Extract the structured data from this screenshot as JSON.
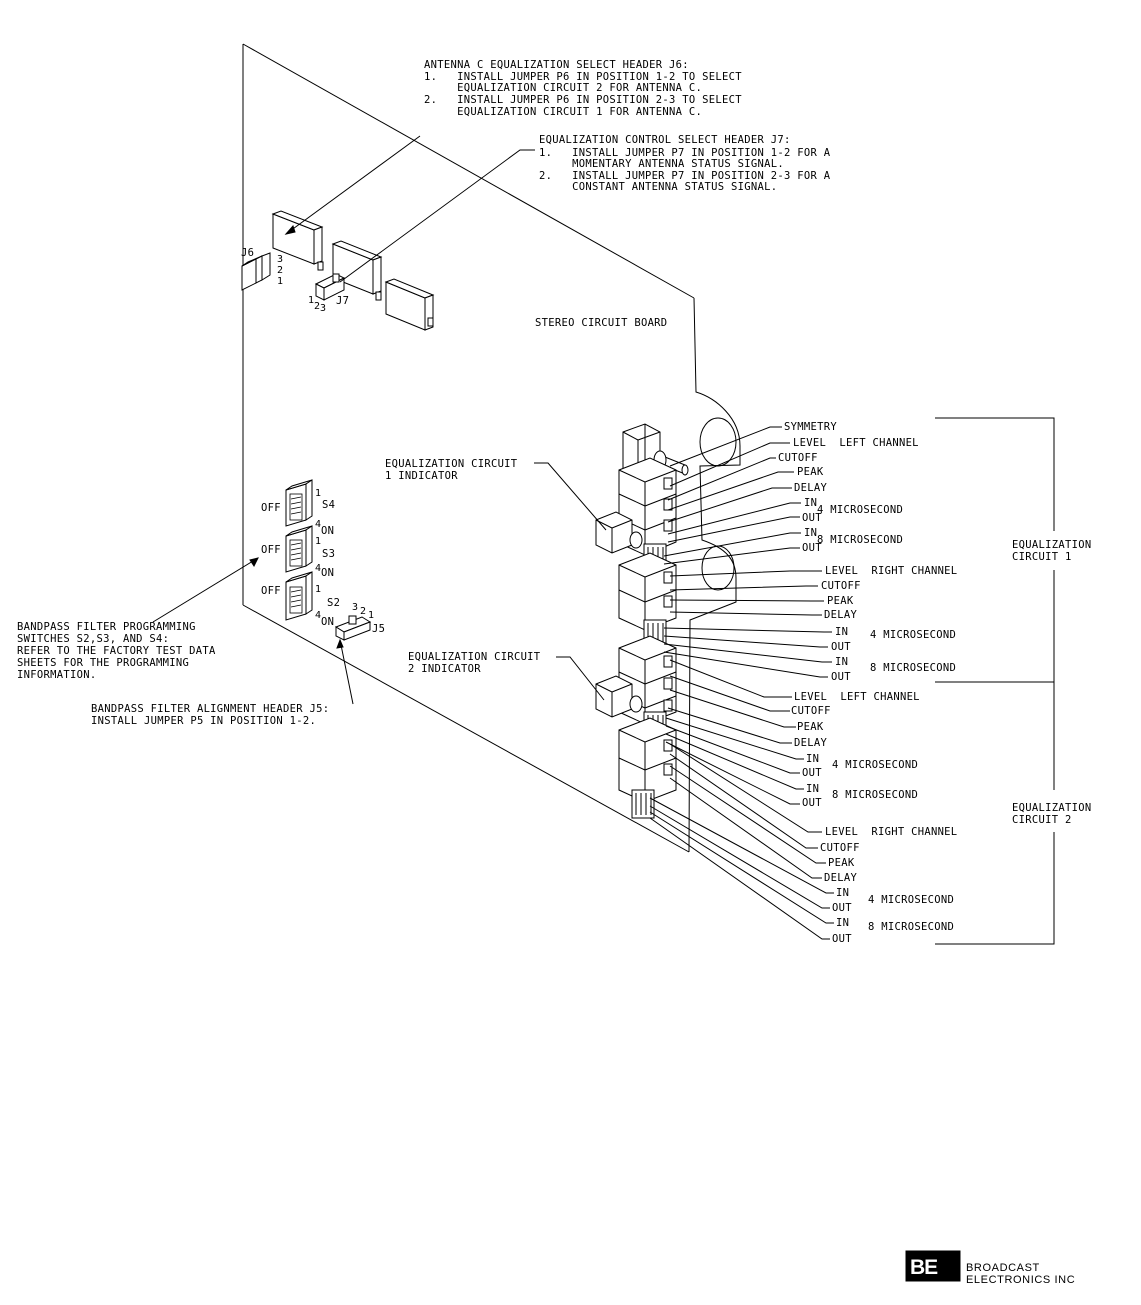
{
  "notes": {
    "j6": {
      "title": "ANTENNA C EQUALIZATION SELECT HEADER J6:",
      "lines": [
        "1.   INSTALL JUMPER P6 IN POSITION 1-2 TO SELECT",
        "     EQUALIZATION CIRCUIT 2 FOR ANTENNA C.",
        "2.   INSTALL JUMPER P6 IN POSITION 2-3 TO SELECT",
        "     EQUALIZATION CIRCUIT 1 FOR ANTENNA C."
      ]
    },
    "j7": {
      "title": "EQUALIZATION CONTROL SELECT HEADER J7:",
      "lines": [
        "1.   INSTALL JUMPER P7 IN POSITION 1-2 FOR A",
        "     MOMENTARY ANTENNA STATUS SIGNAL.",
        "2.   INSTALL JUMPER P7 IN POSITION 2-3 FOR A",
        "     CONSTANT ANTENNA STATUS SIGNAL."
      ]
    },
    "board": "STEREO CIRCUIT BOARD",
    "eq1_indicator": [
      "EQUALIZATION CIRCUIT",
      "1 INDICATOR"
    ],
    "eq2_indicator": [
      "EQUALIZATION CIRCUIT",
      "2 INDICATOR"
    ],
    "bandpass_switches": [
      "BANDPASS FILTER PROGRAMMING",
      "SWITCHES S2,S3, AND S4:",
      "REFER TO THE FACTORY TEST DATA",
      "SHEETS FOR THE PROGRAMMING",
      "INFORMATION."
    ],
    "bandpass_header": [
      "BANDPASS FILTER ALIGNMENT HEADER J5:",
      "INSTALL JUMPER P5 IN POSITION 1-2."
    ]
  },
  "headers": {
    "j6": {
      "name": "J6",
      "pins": [
        "3",
        "2",
        "1"
      ]
    },
    "j7": {
      "name": "J7",
      "pins": [
        "1",
        "2",
        "3"
      ]
    },
    "j5": {
      "name": "J5",
      "pins": [
        "3",
        "2",
        "1"
      ]
    }
  },
  "switches": [
    {
      "name": "S4",
      "off": "OFF",
      "on": "ON",
      "pin_top": "1",
      "pin_bottom": "4"
    },
    {
      "name": "S3",
      "off": "OFF",
      "on": "ON",
      "pin_top": "1",
      "pin_bottom": "4"
    },
    {
      "name": "S2",
      "off": "OFF",
      "on": "ON",
      "pin_top": "1",
      "pin_bottom": "4"
    }
  ],
  "group_labels": {
    "eq1": [
      "EQUALIZATION",
      "CIRCUIT 1"
    ],
    "eq2": [
      "EQUALIZATION",
      "CIRCUIT 2"
    ]
  },
  "callouts": {
    "symmetry": "SYMMETRY",
    "level_left": "LEVEL  LEFT CHANNEL",
    "level_right": "LEVEL  RIGHT CHANNEL",
    "cutoff": "CUTOFF",
    "peak": "PEAK",
    "delay": "DELAY",
    "in": "IN",
    "out": "OUT",
    "us4": "4 MICROSECOND",
    "us8": "8 MICROSECOND"
  },
  "logo": {
    "mark": "BE",
    "line1": "BROADCAST",
    "line2": "ELECTRONICS INC"
  }
}
